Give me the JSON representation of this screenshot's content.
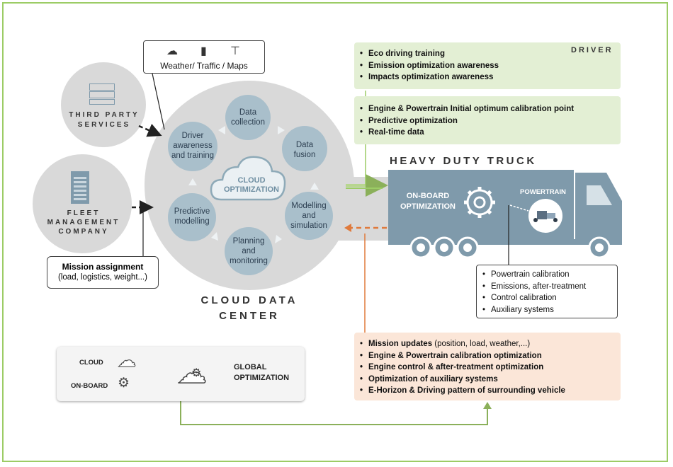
{
  "colors": {
    "accent_green": "#9ccc65",
    "truck_blue": "#7f9aab",
    "cloud_gray": "#d9d9d9",
    "node_blue": "#a9bfcb",
    "green_panel": "#e3efd4",
    "orange_panel": "#fbe6d8",
    "orange_arrow": "#e07a3c"
  },
  "weather_box": {
    "label": "Weather/ Traffic / Maps",
    "icons": [
      "cloud-rain-icon",
      "traffic-light-icon",
      "signpost-icon"
    ]
  },
  "third_party": {
    "label_line1": "THIRD PARTY",
    "label_line2": "SERVICES",
    "icon": "server-icon"
  },
  "fleet": {
    "label_line1": "FLEET",
    "label_line2": "MANAGEMENT",
    "label_line3": "COMPANY",
    "icon": "building-icon"
  },
  "mission": {
    "title": "Mission assignment",
    "subtitle": "(load, logistics, weight...)"
  },
  "cloud_center": {
    "label_line1": "CLOUD DATA",
    "label_line2": "CENTER",
    "center_line1": "CLOUD",
    "center_line2": "OPTIMIZATION",
    "nodes": {
      "data_collection": {
        "l1": "Data",
        "l2": "collection"
      },
      "data_fusion": {
        "l1": "Data",
        "l2": "fusion"
      },
      "modelling": {
        "l1": "Modelling",
        "l2": "and",
        "l3": "simulation"
      },
      "planning": {
        "l1": "Planning",
        "l2": "and",
        "l3": "monitoring"
      },
      "predictive": {
        "l1": "Predictive",
        "l2": "modelling"
      },
      "driver_awareness": {
        "l1": "Driver",
        "l2": "awareness",
        "l3": "and training"
      }
    }
  },
  "driver_panel": {
    "label": "DRIVER",
    "items": [
      "Eco driving training",
      "Emission optimization awareness",
      "Impacts optimization awareness"
    ]
  },
  "engine_panel": {
    "items": [
      "Engine & Powertrain Initial optimum calibration point",
      "Predictive optimization",
      "Real-time data"
    ]
  },
  "truck": {
    "title": "HEAVY DUTY TRUCK",
    "onboard_line1": "ON-BOARD",
    "onboard_line2": "OPTIMIZATION",
    "powertrain": "POWERTRAIN"
  },
  "calibration_box": {
    "items": [
      "Powertrain calibration",
      "Emissions, after-treatment",
      "Control calibration",
      "Auxiliary systems"
    ]
  },
  "mission_updates": {
    "first_bold": "Mission updates",
    "first_rest": " (position, load, weather,...)",
    "items": [
      "Engine & Powertrain calibration optimization",
      "Engine control & after-treatment optimization",
      "Optimization of auxiliary systems",
      "E-Horizon & Driving pattern of surrounding vehicle"
    ]
  },
  "global": {
    "cloud_label": "CLOUD",
    "onboard_label": "ON-BOARD",
    "global_line1": "GLOBAL",
    "global_line2": "OPTIMIZATION"
  }
}
